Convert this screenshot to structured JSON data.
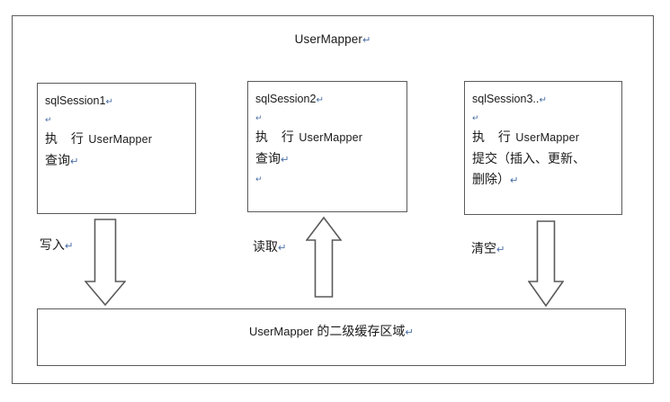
{
  "diagram": {
    "title": "UserMapper",
    "pilcrow": "↵",
    "type": "mybatis-second-level-cache"
  },
  "sessions": [
    {
      "id": "sqlSession1",
      "name_label": "sqlSession1",
      "blank_line": "",
      "action_cjk": "执 行",
      "action_latin": "UserMapper",
      "action_tail": "查询",
      "trailing_blank": false
    },
    {
      "id": "sqlSession2",
      "name_label": "sqlSession2",
      "blank_line": "",
      "action_cjk": "执 行",
      "action_latin": "UserMapper",
      "action_tail": "查询",
      "trailing_blank": true
    },
    {
      "id": "sqlSession3",
      "name_label": "sqlSession3..",
      "blank_line": "",
      "action_cjk": "执 行",
      "action_latin": "UserMapper",
      "action_tail": "提交（插入、更新、",
      "action_tail2": "删除）",
      "trailing_blank": false
    }
  ],
  "arrows": [
    {
      "label": "写入",
      "direction": "down",
      "from": "sqlSession1",
      "to": "cache"
    },
    {
      "label": "读取",
      "direction": "up",
      "from": "cache",
      "to": "sqlSession2"
    },
    {
      "label": "清空",
      "direction": "down",
      "from": "sqlSession3",
      "to": "cache"
    }
  ],
  "cache": {
    "latin": "UserMapper",
    "cjk": " 的二级缓存区域"
  },
  "colors": {
    "border": "#5a5a5a",
    "text": "#1a1a1a",
    "pilcrow": "#4a6fa5",
    "background": "#ffffff"
  }
}
